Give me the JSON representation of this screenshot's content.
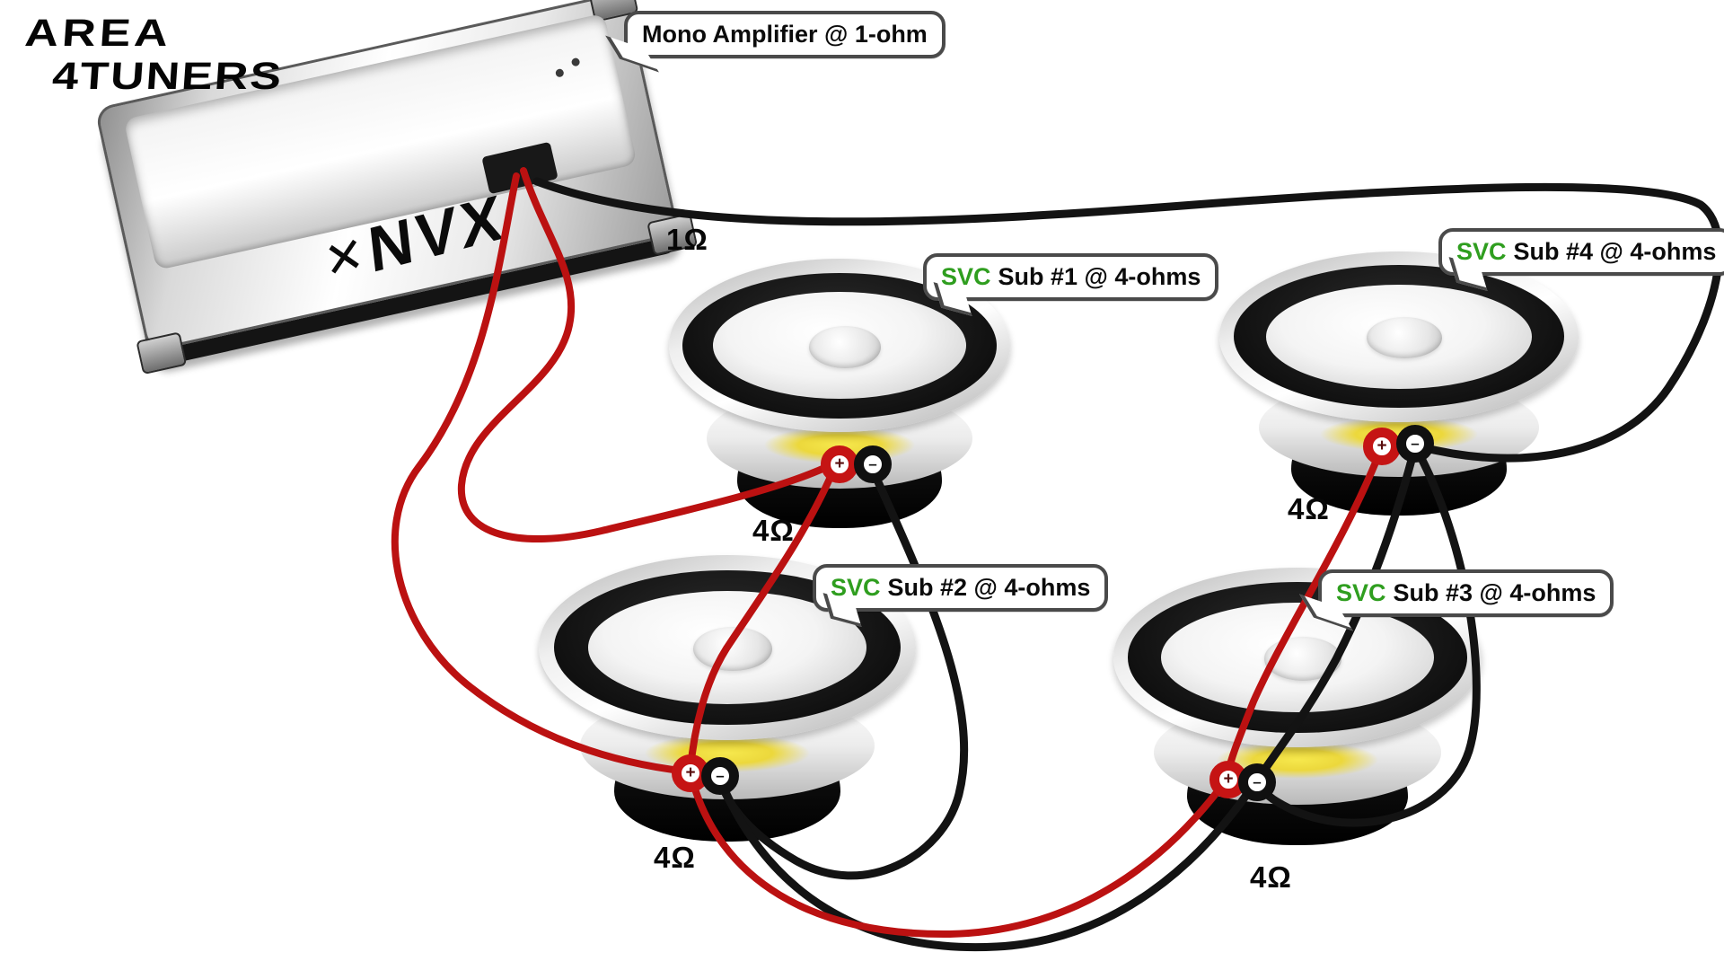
{
  "watermark": {
    "line1": "AREA",
    "line2": "4TUNERS"
  },
  "amp": {
    "brand": "NVX",
    "brand_mark": "✕",
    "callout_text": "Mono Amplifier @ 1-ohm",
    "impedance_label": "1Ω"
  },
  "speakers": [
    {
      "name": "Sub #1",
      "callout_brand": "SVC",
      "callout_text": "Sub #1 @ 4-ohms",
      "impedance_label": "4Ω",
      "positive_symbol": "+",
      "negative_symbol": "–"
    },
    {
      "name": "Sub #2",
      "callout_brand": "SVC",
      "callout_text": "Sub #2 @ 4-ohms",
      "impedance_label": "4Ω",
      "positive_symbol": "+",
      "negative_symbol": "–"
    },
    {
      "name": "Sub #3",
      "callout_brand": "SVC",
      "callout_text": "Sub #3 @ 4-ohms",
      "impedance_label": "4Ω",
      "positive_symbol": "+",
      "negative_symbol": "–"
    },
    {
      "name": "Sub #4",
      "callout_brand": "SVC",
      "callout_text": "Sub #4 @ 4-ohms",
      "impedance_label": "4Ω",
      "positive_symbol": "+",
      "negative_symbol": "–"
    }
  ],
  "wiring": {
    "scheme": "parallel",
    "total_impedance": "1Ω",
    "positive_wire_color": "#bb1111",
    "negative_wire_color": "#131313",
    "connections": [
      "Amp (+) → Sub #1 (+)",
      "Amp (+) → Sub #2 (+)",
      "Sub #1 (+) → Sub #2 (+)",
      "Sub #2 (+) → Sub #3 (+)",
      "Sub #4 (+) → Sub #3 (+)",
      "Amp (−) → Sub #4 (−)",
      "Sub #4 (−) → Sub #3 (−)",
      "Sub #1 (−) → Sub #2 (−)",
      "Sub #2 (−) → Sub #3 (−)"
    ]
  },
  "colors": {
    "svc_green": "#2f9e1f",
    "callout_border": "#4a4a4a",
    "background": "#ffffff"
  }
}
